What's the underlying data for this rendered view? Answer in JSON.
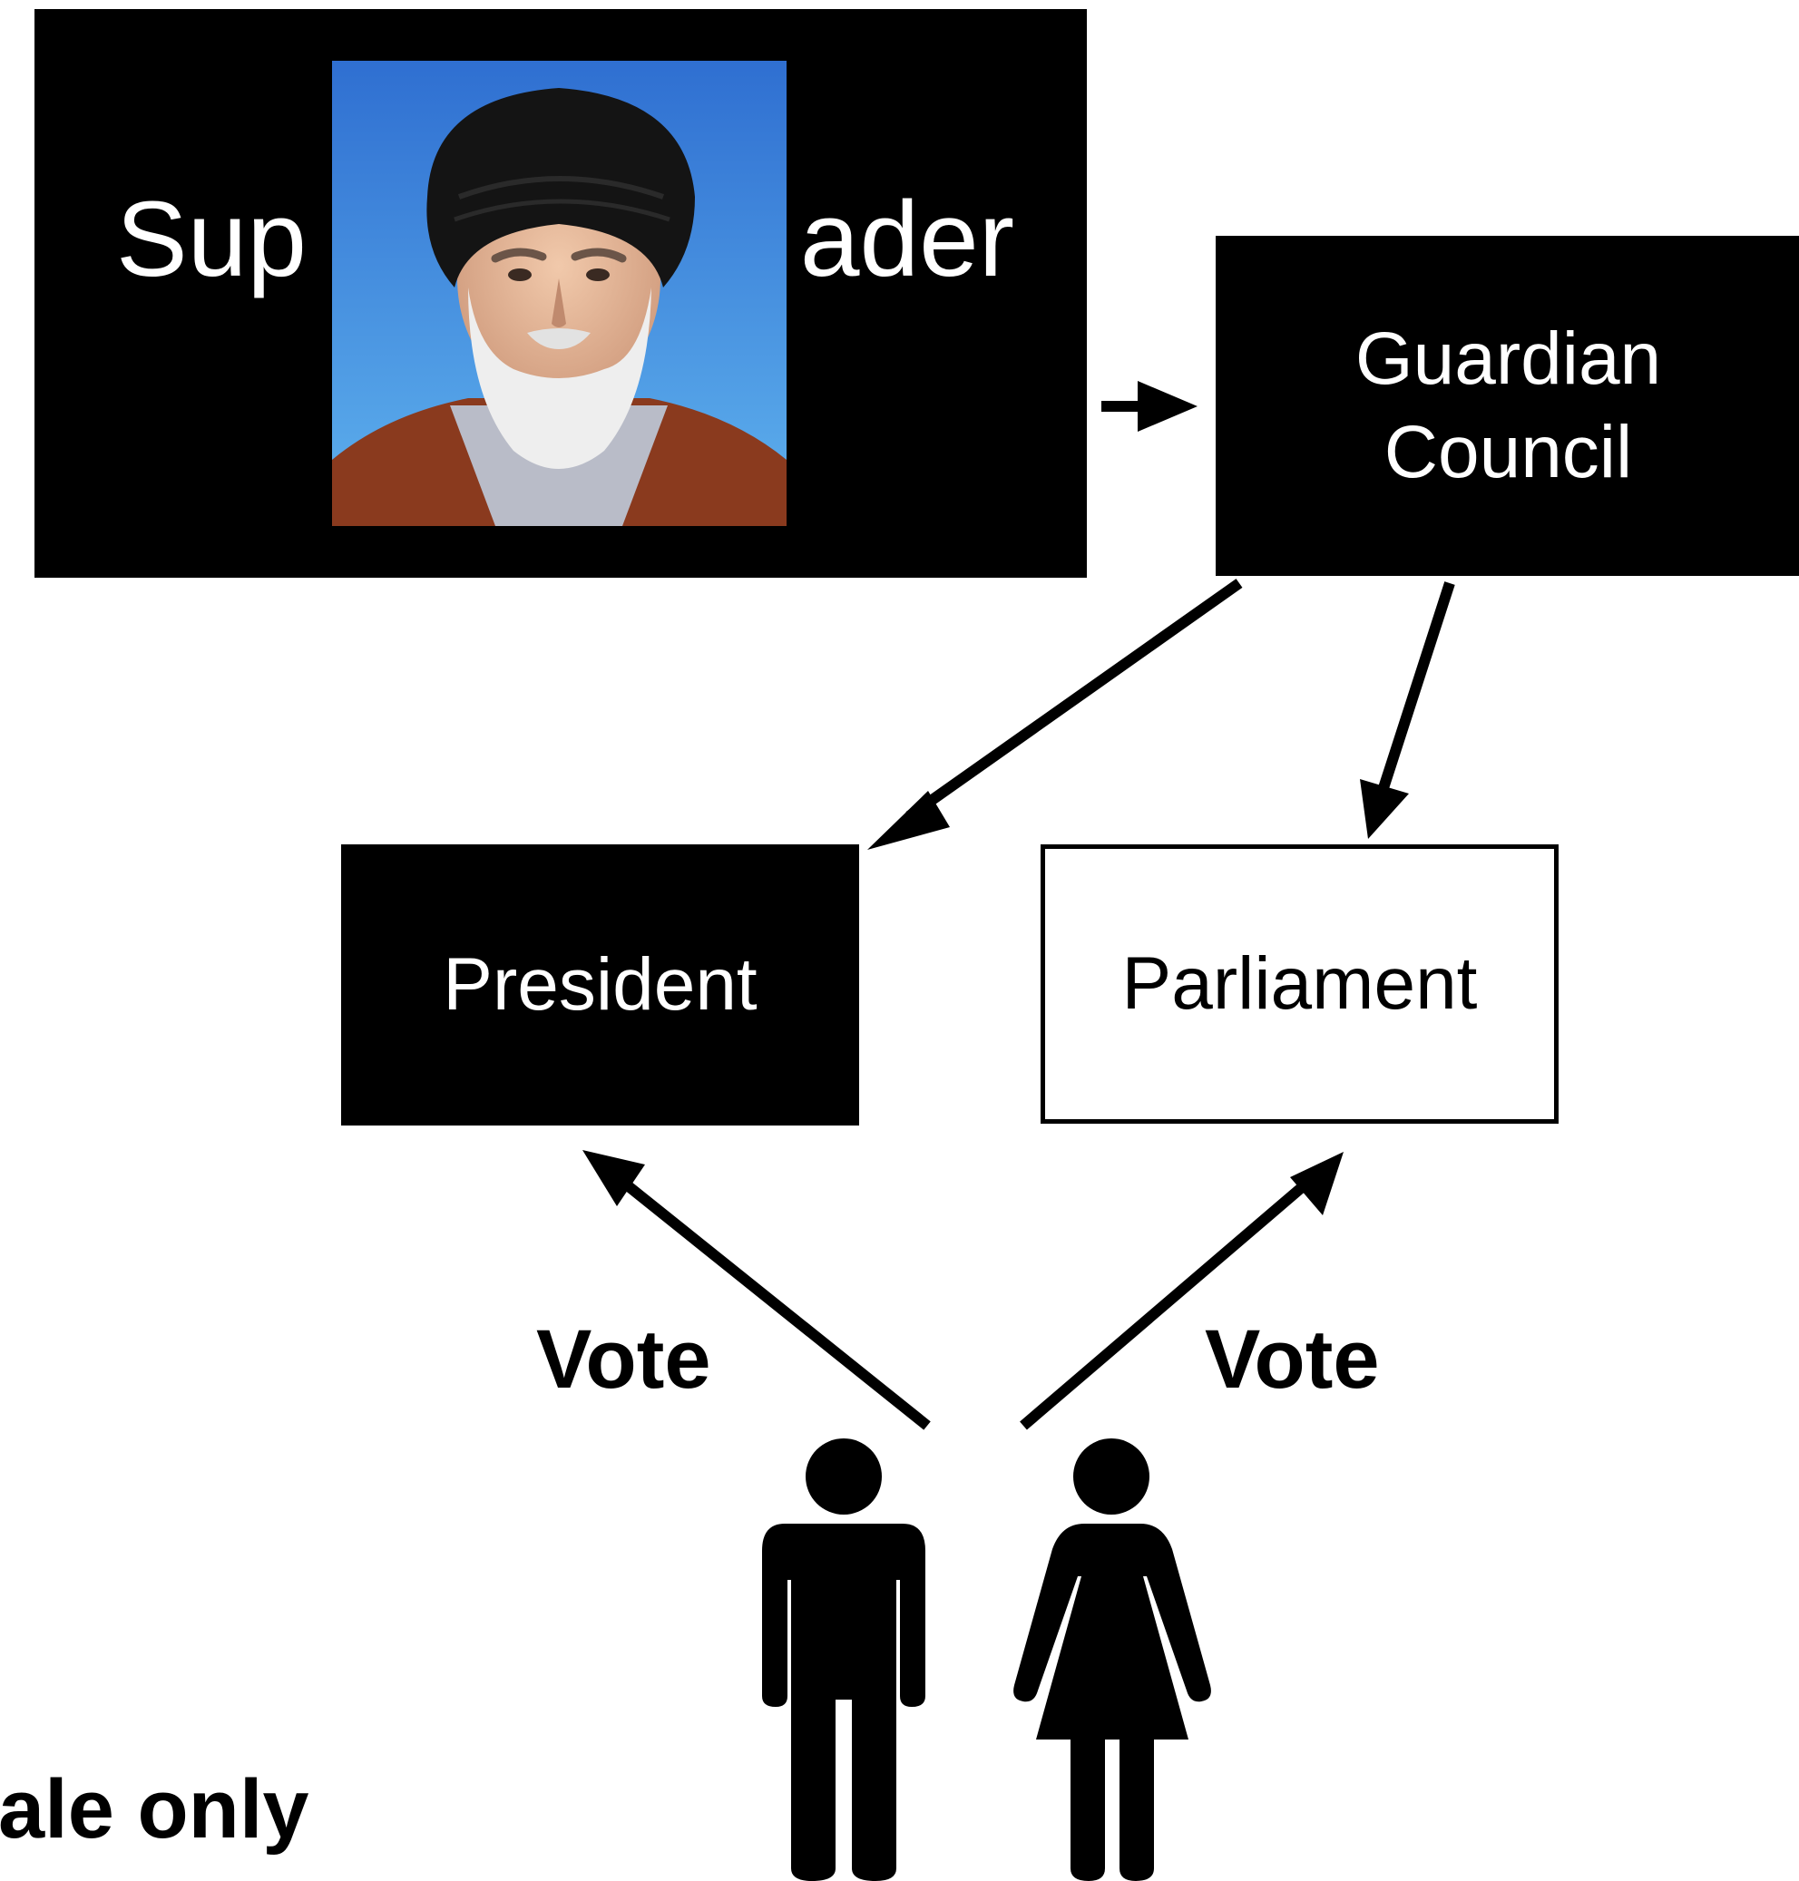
{
  "nodes": {
    "supreme_leader": {
      "left_text": "Sup",
      "right_text": "ader"
    },
    "guardian_council": {
      "line1": "Guardian",
      "line2": "Council"
    },
    "president": "President",
    "parliament": "Parliament"
  },
  "edges": {
    "vote_left": "Vote",
    "vote_right": "Vote"
  },
  "caption": "ale only",
  "colors": {
    "box_fill": "#000000",
    "box_text": "#ffffff",
    "portrait_background": "#3b8de0",
    "turban": "#111111",
    "beard": "#e8e8e8",
    "robe": "#8a3a1e"
  },
  "icons": [
    "male-voter-icon",
    "female-voter-icon",
    "portrait-photo"
  ]
}
